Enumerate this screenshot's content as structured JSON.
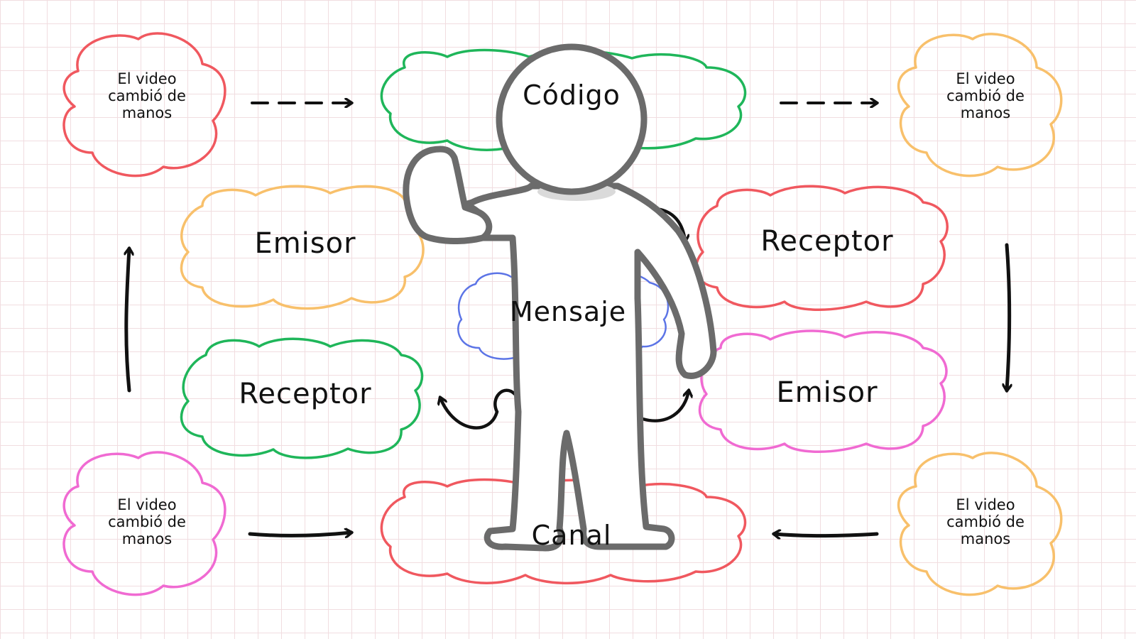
{
  "colors": {
    "red": "#f0585f",
    "green": "#1fb65a",
    "yellow": "#f8c06b",
    "pink": "#f06ad2",
    "blue": "#5c74e6",
    "ink": "#111111",
    "figure_outline": "#6b6b6b",
    "figure_fill": "#ffffff",
    "grid": "#f1dde0"
  },
  "nodes": {
    "note_top_left": {
      "label": "El video cambió de manos",
      "color": "red"
    },
    "note_top_right": {
      "label": "El video cambió de manos",
      "color": "yellow"
    },
    "note_bottom_left": {
      "label": "El video cambió de manos",
      "color": "pink"
    },
    "note_bottom_right": {
      "label": "El video cambió de manos",
      "color": "yellow"
    },
    "codigo": {
      "label": "Código",
      "color": "green"
    },
    "emisor_left": {
      "label": "Emisor",
      "color": "yellow"
    },
    "receptor_left": {
      "label": "Receptor",
      "color": "green"
    },
    "mensaje": {
      "label": "Mensaje",
      "color": "blue"
    },
    "receptor_right": {
      "label": "Receptor",
      "color": "red"
    },
    "emisor_right": {
      "label": "Emisor",
      "color": "pink"
    },
    "canal": {
      "label": "Canal",
      "color": "red"
    }
  },
  "figure": {
    "icon": "stick-figure-waving-icon"
  }
}
